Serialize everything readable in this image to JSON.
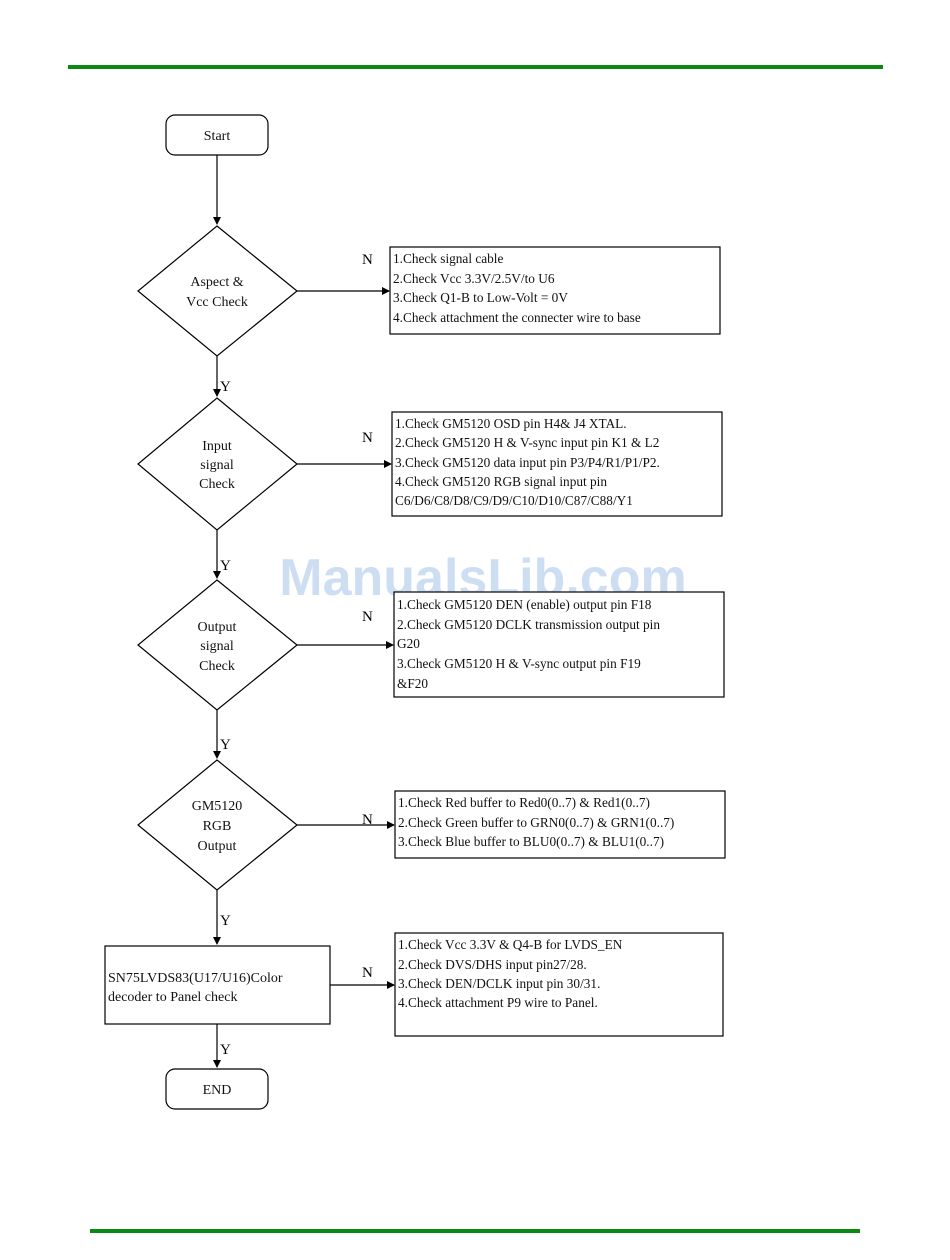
{
  "watermark": "ManualsLib.com",
  "nodes": {
    "start": {
      "label": "Start"
    },
    "aspect_check": {
      "lines": [
        "Aspect &",
        "Vcc Check"
      ]
    },
    "input_signal_check": {
      "lines": [
        "Input",
        "signal",
        "Check"
      ]
    },
    "output_signal_check": {
      "lines": [
        "Output",
        "signal",
        "Check"
      ]
    },
    "rgb_output": {
      "lines": [
        "GM5120",
        "RGB",
        "Output"
      ]
    },
    "lvds_check": {
      "lines": [
        "SN75LVDS83(U17/U16)Color",
        "decoder to Panel check"
      ]
    },
    "end": {
      "label": "END"
    }
  },
  "branch_labels": {
    "yes": "Y",
    "no": "N"
  },
  "check_boxes": {
    "aspect": [
      "1.Check signal cable",
      "2.Check Vcc 3.3V/2.5V/to U6",
      "3.Check Q1-B to Low-Volt = 0V",
      "4.Check attachment the connecter wire to base"
    ],
    "input": [
      "1.Check GM5120 OSD pin H4& J4 XTAL.",
      "2.Check GM5120 H & V-sync input pin K1 & L2",
      "3.Check GM5120 data input pin P3/P4/R1/P1/P2.",
      "4.Check GM5120 RGB signal input pin",
      "C6/D6/C8/D8/C9/D9/C10/D10/C87/C88/Y1"
    ],
    "output": [
      "1.Check GM5120 DEN (enable) output pin F18",
      "2.Check GM5120 DCLK transmission output pin",
      "G20",
      "3.Check GM5120 H & V-sync output pin F19",
      "&F20"
    ],
    "rgb": [
      "1.Check Red buffer to Red0(0..7) & Red1(0..7)",
      "2.Check Green buffer to GRN0(0..7) & GRN1(0..7)",
      "3.Check Blue buffer to BLU0(0..7) & BLU1(0..7)"
    ],
    "lvds": [
      "1.Check Vcc 3.3V & Q4-B for LVDS_EN",
      "2.Check DVS/DHS input pin27/28.",
      "3.Check DEN/DCLK input pin 30/31.",
      "4.Check attachment P9 wire to Panel."
    ]
  }
}
